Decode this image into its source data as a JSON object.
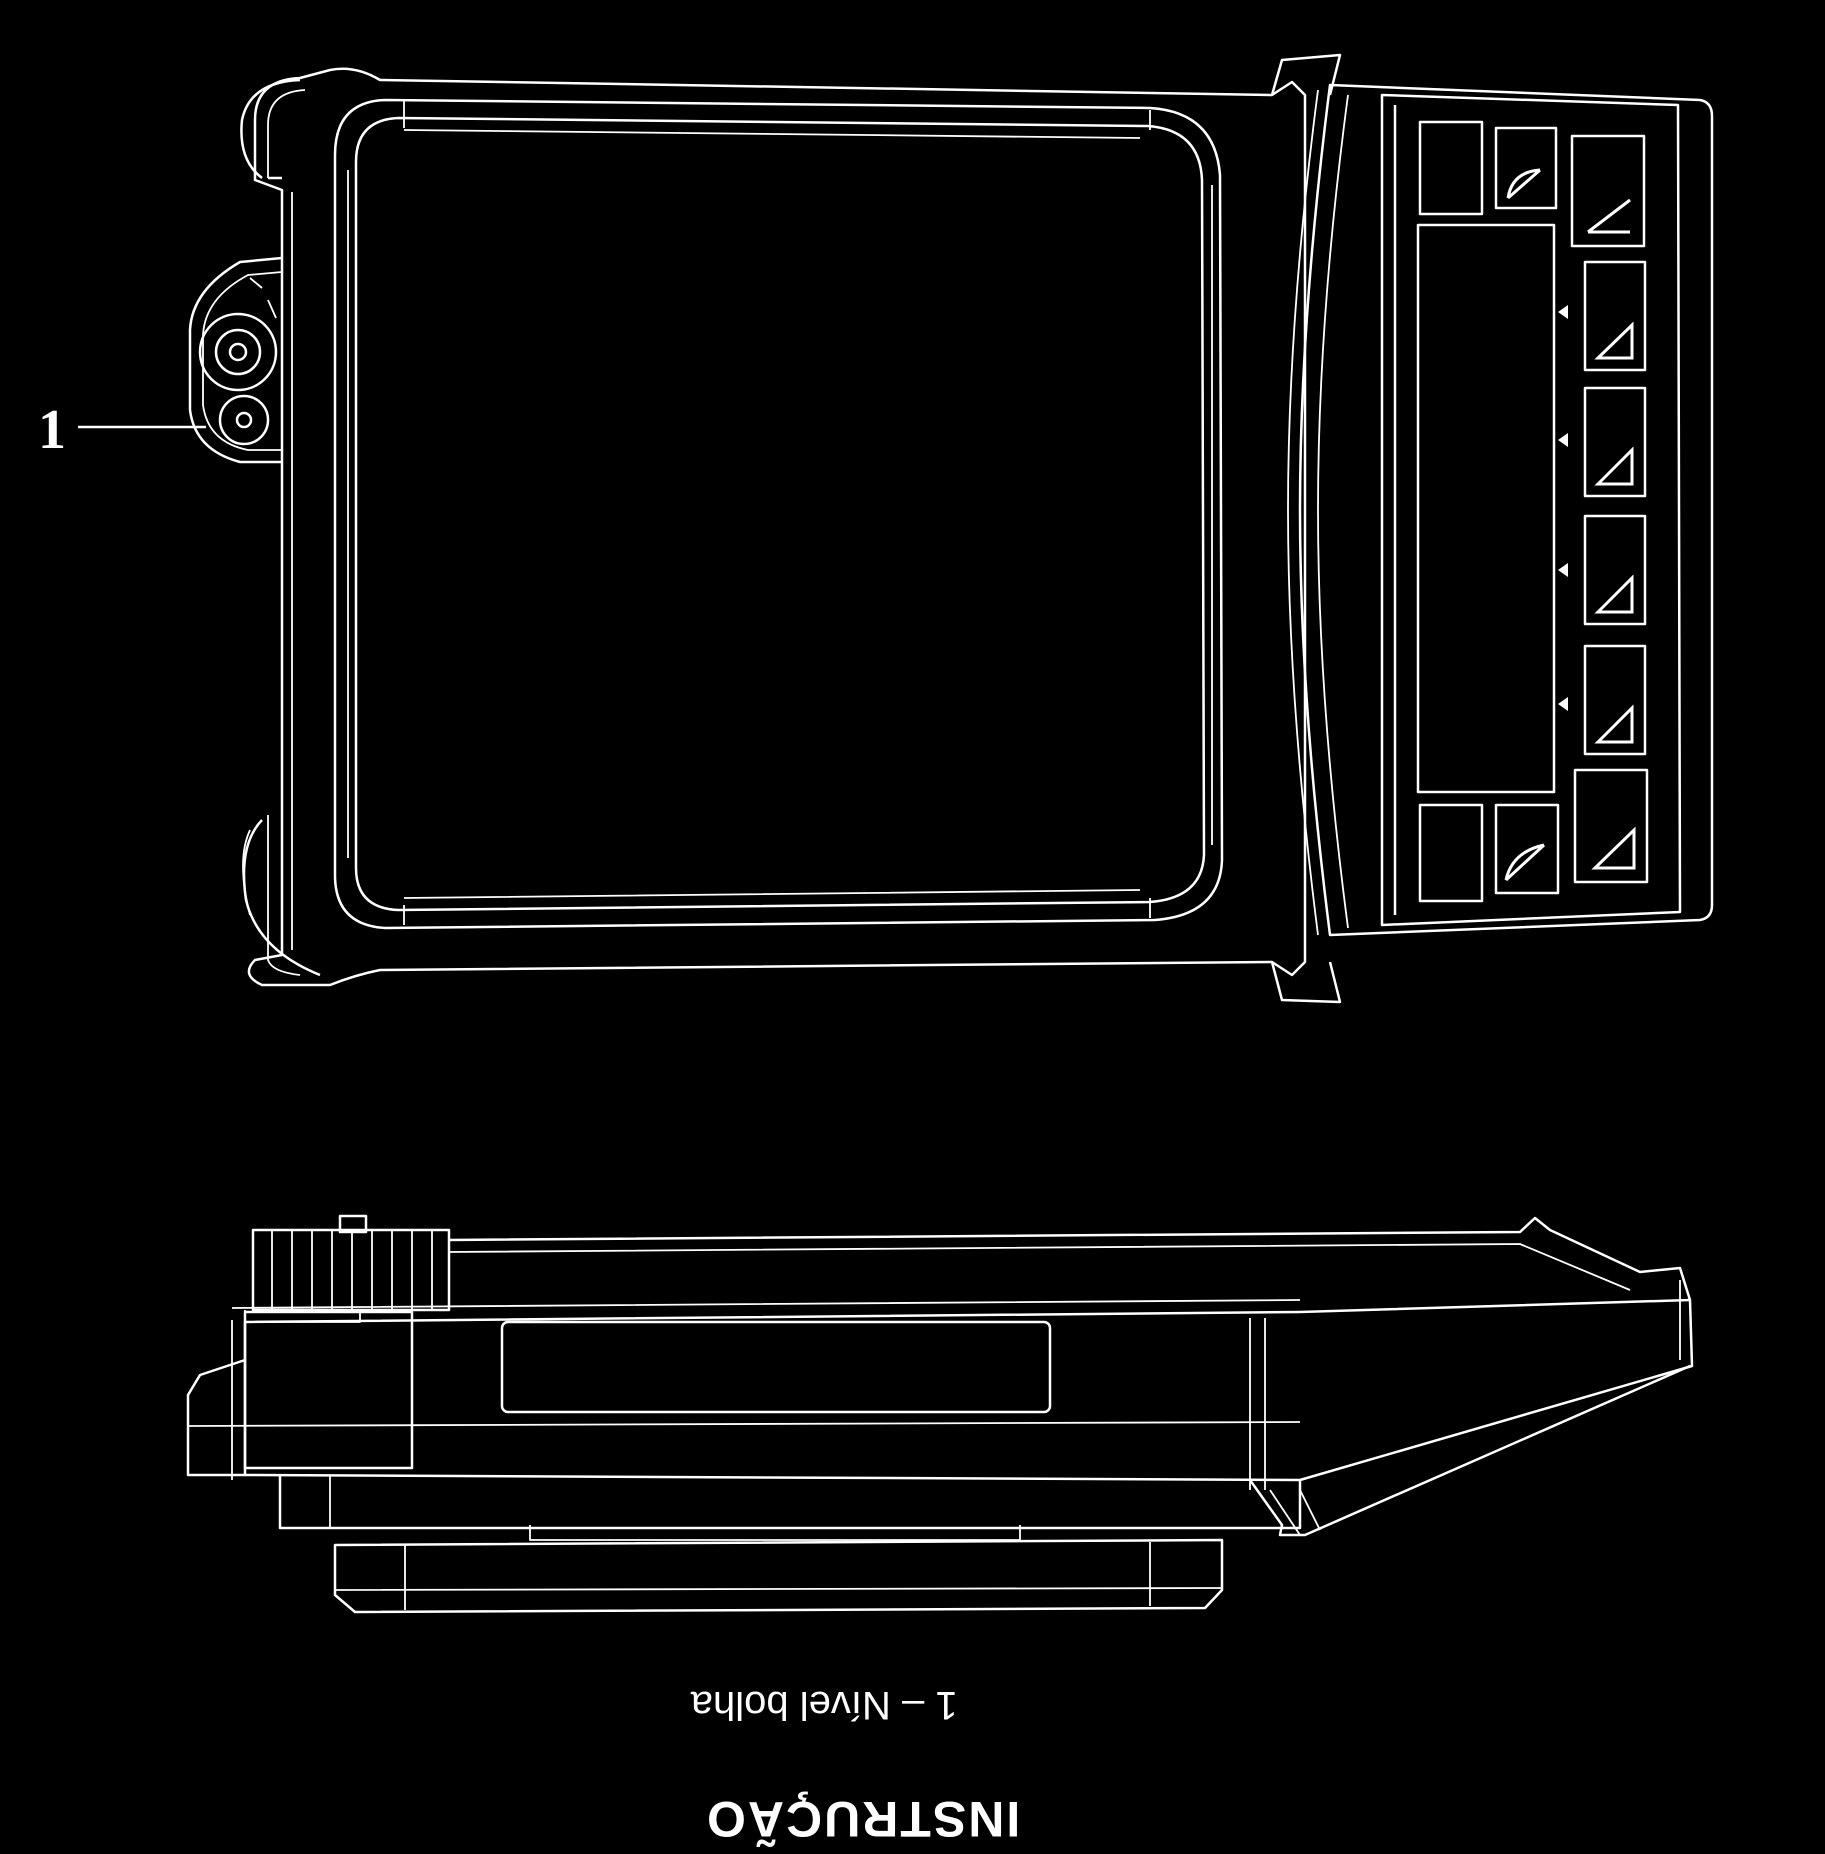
{
  "diagram": {
    "callout_number": "1",
    "legend_item": "1 – Nível bolha",
    "section_title": "INSTRUÇÃO"
  },
  "colors": {
    "background": "#000000",
    "line": "#ffffff"
  }
}
